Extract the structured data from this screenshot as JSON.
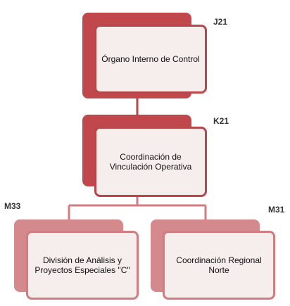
{
  "nodes": {
    "root": {
      "code": "J21",
      "label": "Órgano Interno de Control"
    },
    "mid": {
      "code": "K21",
      "label": "Coordinación de Vinculación Operativa"
    },
    "left": {
      "code": "M33",
      "label": "División de Análisis y Proyectos Especiales \"C\""
    },
    "right": {
      "code": "M31",
      "label": "Coordinación Regional Norte"
    }
  },
  "colors": {
    "dark_shadow": "#c0474b",
    "dark_border": "#b8474b",
    "light_shadow": "#d4898c",
    "light_border": "#d07c80",
    "card_fill": "#f6eded",
    "connector_dark": "#b8474b",
    "connector_light": "#d07c80"
  }
}
